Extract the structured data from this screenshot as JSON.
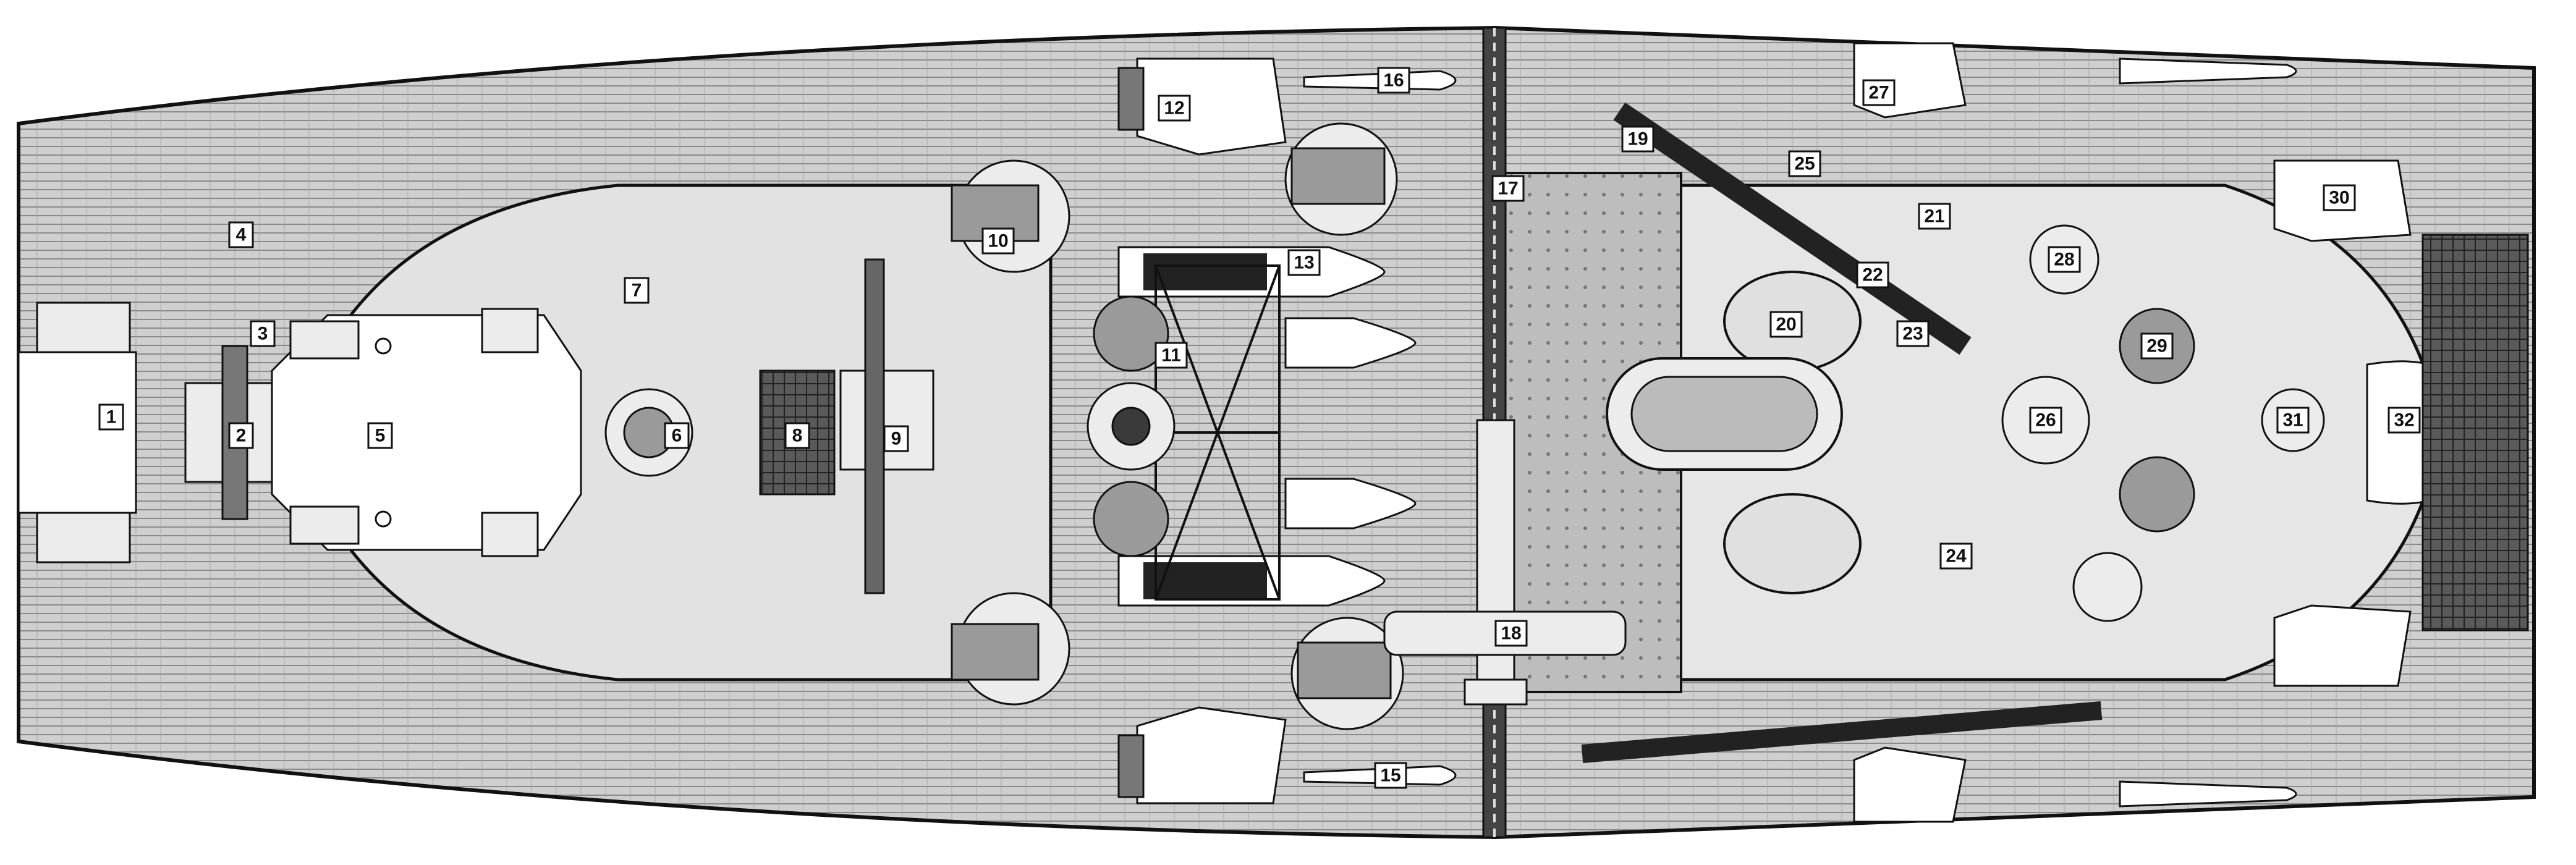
{
  "labels": [
    "1",
    "2",
    "3",
    "4",
    "5",
    "6",
    "7",
    "8",
    "9",
    "10",
    "11",
    "12",
    "13",
    "15",
    "16",
    "17",
    "18",
    "19",
    "20",
    "21",
    "22",
    "23",
    "24",
    "25",
    "26",
    "27",
    "28",
    "29",
    "30",
    "31",
    "32"
  ],
  "colors": {
    "deck": "#cfcfcf",
    "ink": "#111111",
    "deck_plank_line": "#8a8a8a"
  }
}
